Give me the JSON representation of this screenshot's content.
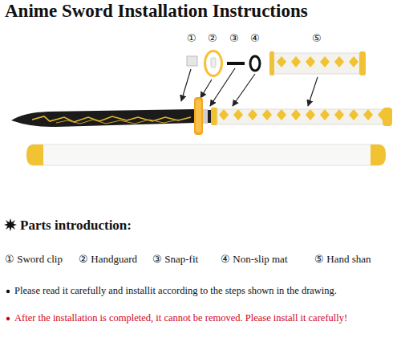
{
  "diagram": {
    "title": "Anime Sword Installation Instructions",
    "labels": [
      "①",
      "②",
      "③",
      "④",
      "⑤",
      "Parts introduction:",
      "① Sword clip",
      "② Handguard",
      "③ Snap-fit",
      "④ Non-slip mat",
      "⑤ Hand shan",
      "Please read it carefully and installit according to the steps shown in the drawing.",
      "After the installation is completed, it cannot be removed. Please install it carefully!"
    ]
  }
}
